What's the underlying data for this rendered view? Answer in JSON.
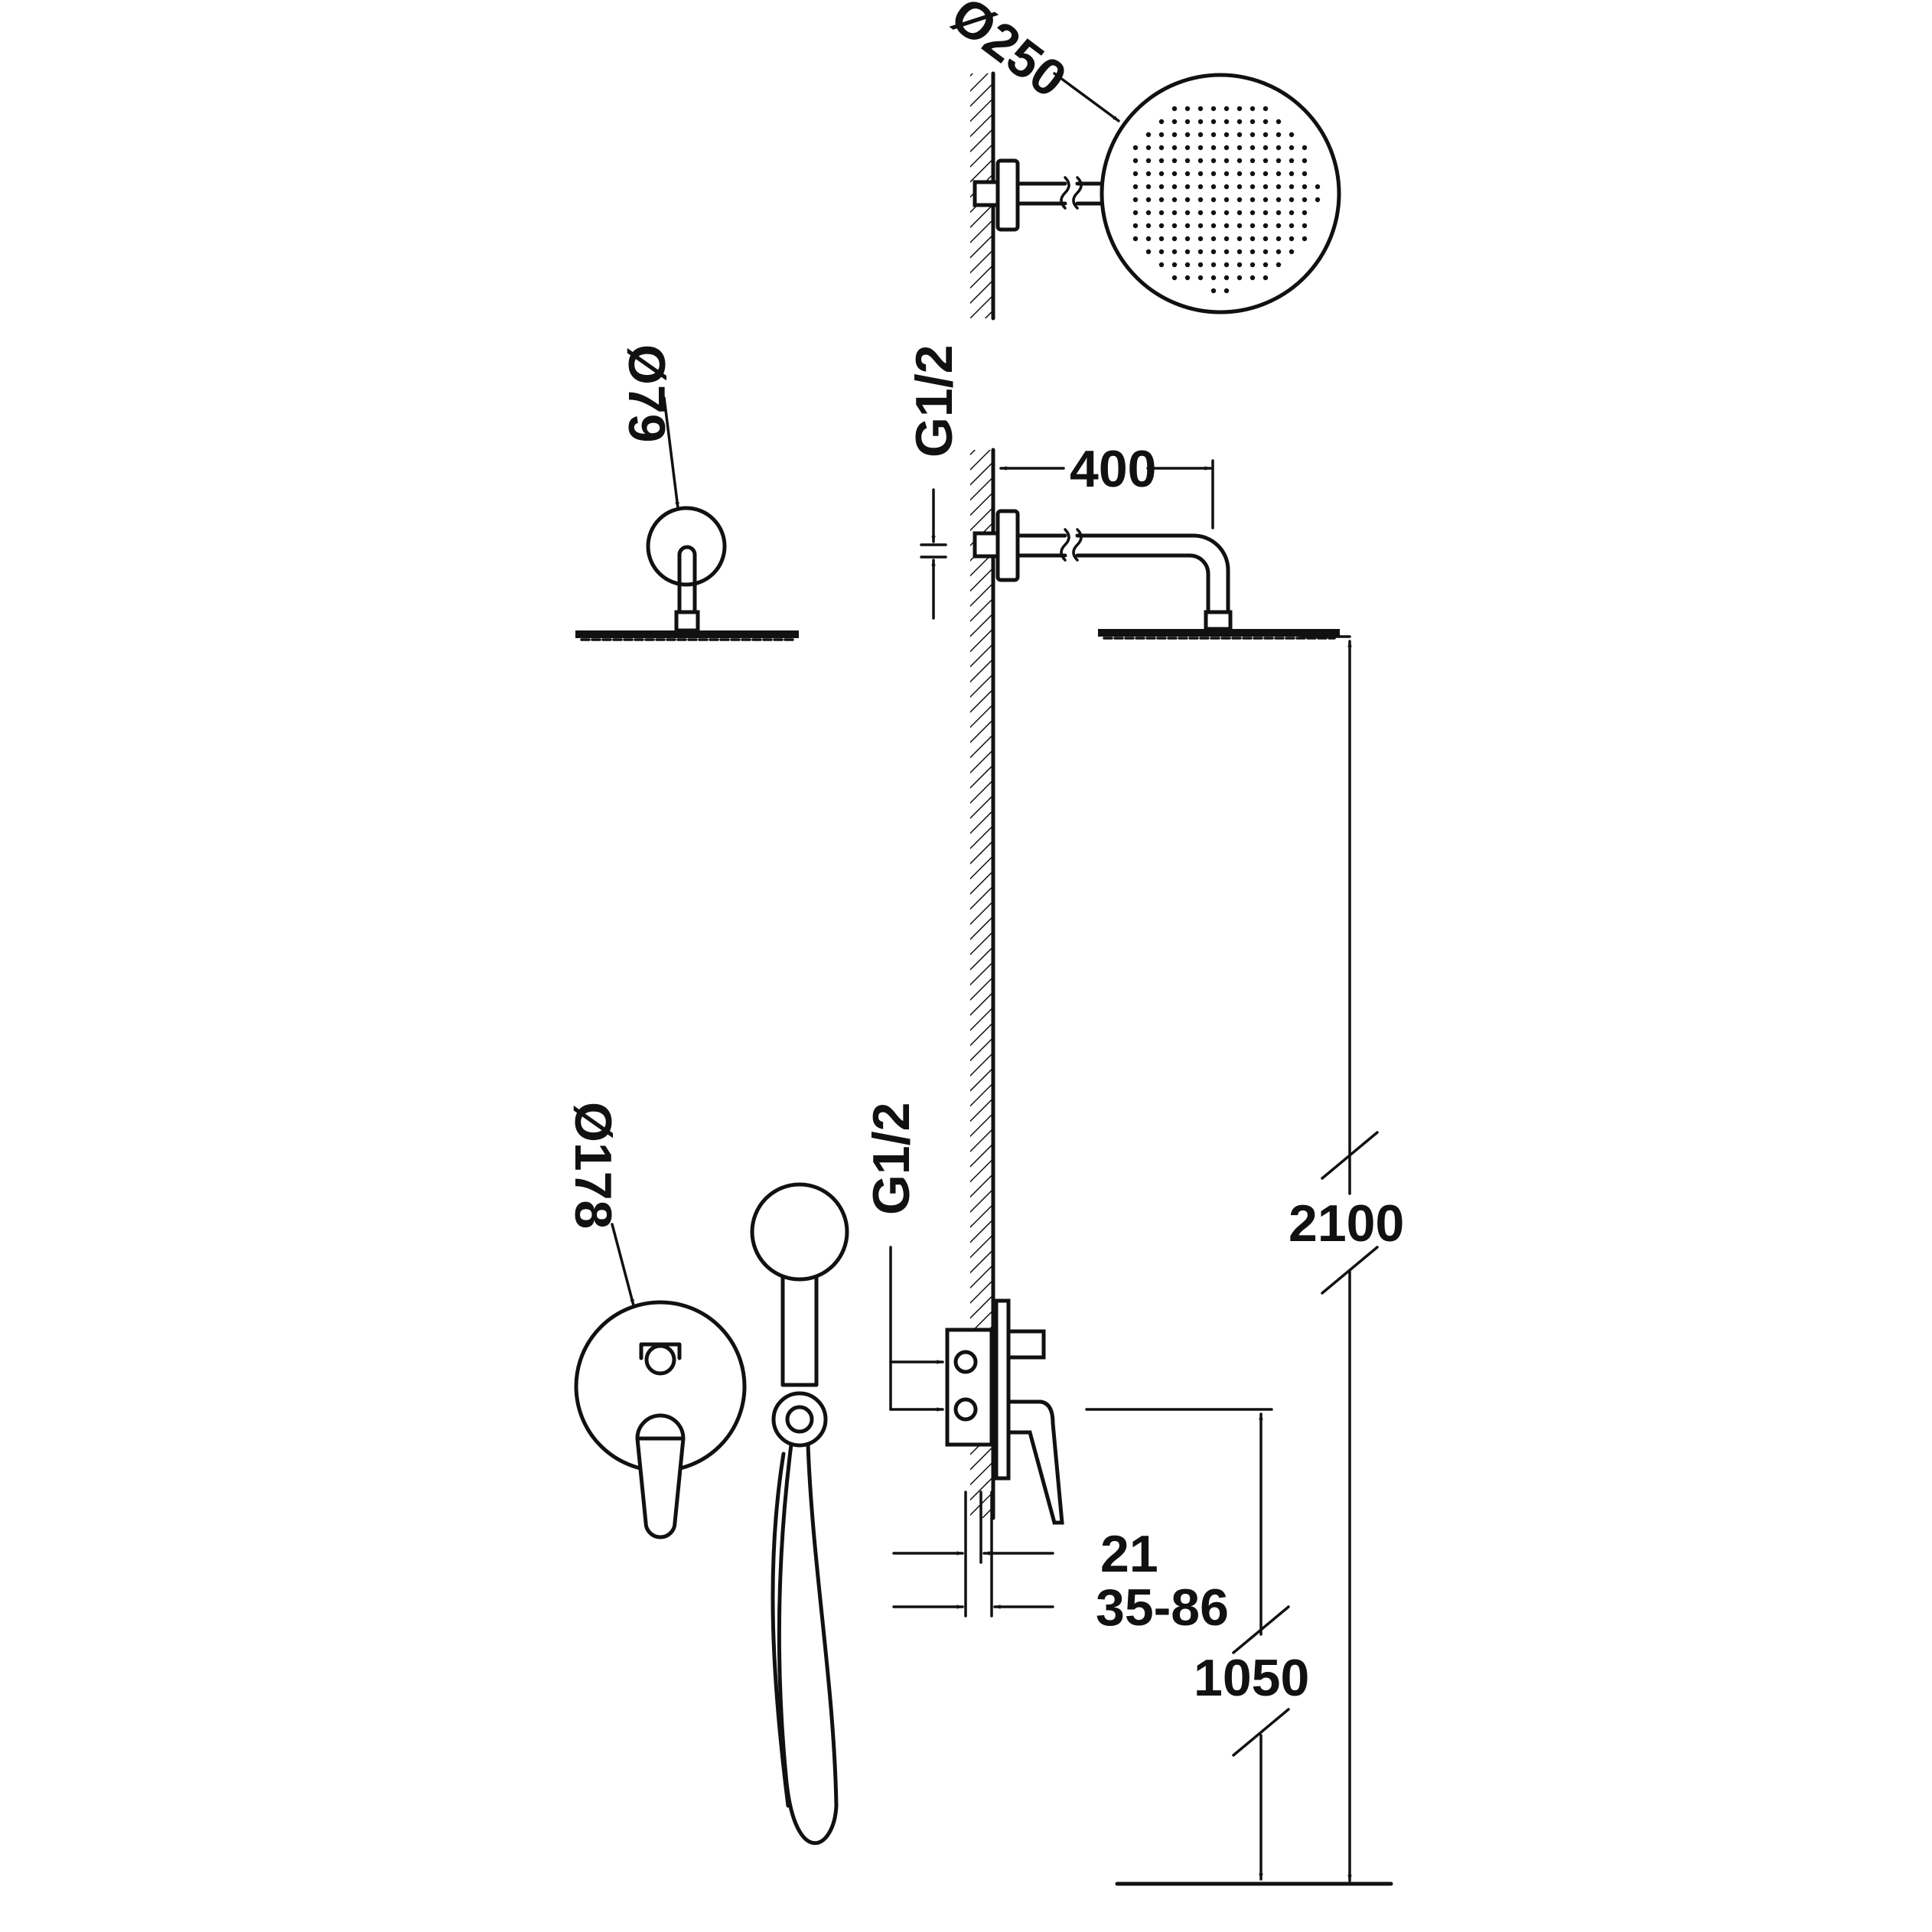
{
  "diagram": {
    "labels": {
      "rain_head_diameter": "Ø250",
      "wall_flange_diameter": "Ø79",
      "mixer_plate_diameter": "Ø178",
      "arm_thread": "G1/2",
      "mixer_thread": "G1/2",
      "arm_length": "400",
      "head_height": "2100",
      "mixer_height": "1050",
      "plate_thickness": "21",
      "embed_depth": "35-86"
    }
  }
}
